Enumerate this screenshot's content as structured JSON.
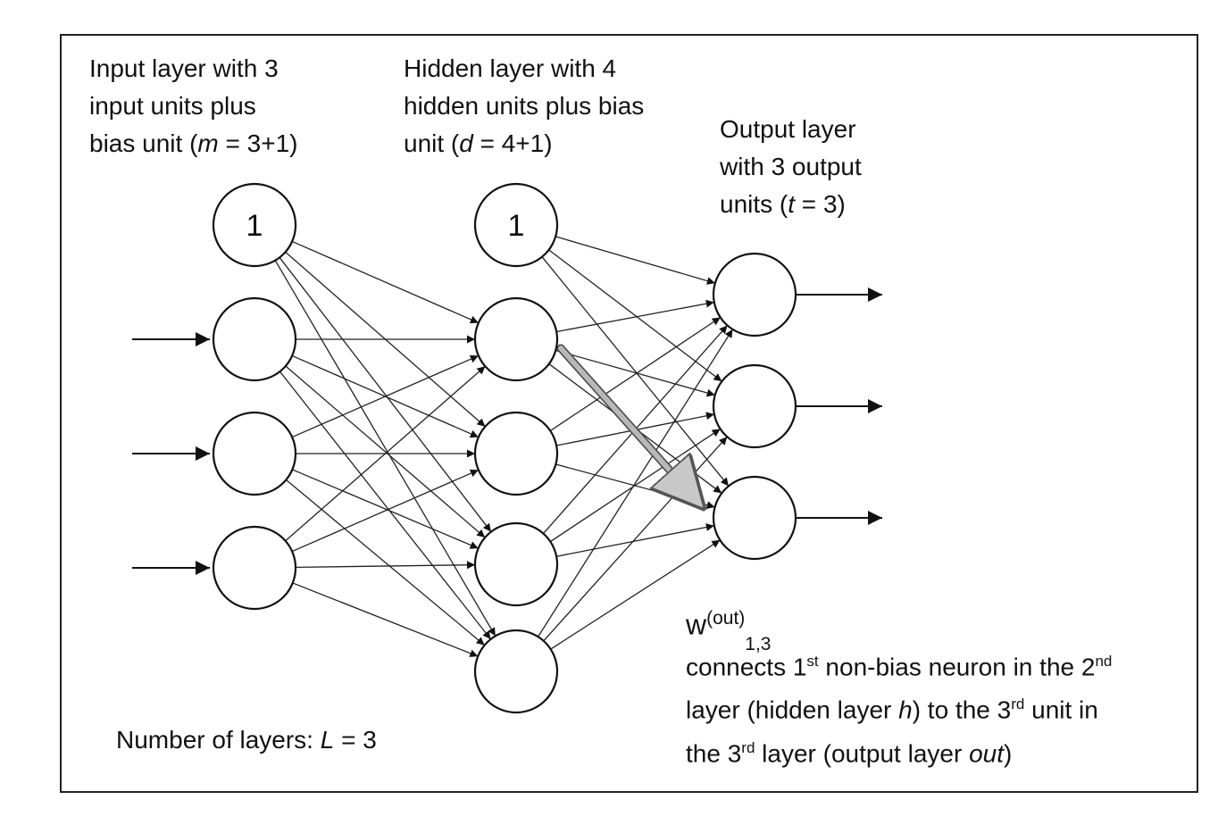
{
  "diagram": {
    "input_layer": {
      "caption_line1": "Input layer with 3",
      "caption_line2": "input units plus",
      "caption_line3_prefix": "bias unit (",
      "caption_var": "m",
      "caption_line3_suffix": " = 3+1)",
      "bias_label": "1",
      "units": 3
    },
    "hidden_layer": {
      "caption_line1": "Hidden layer with 4",
      "caption_line2": "hidden units plus bias",
      "caption_line3_prefix": "unit (",
      "caption_var": "d",
      "caption_line3_suffix": " = 4+1)",
      "bias_label": "1",
      "units": 4
    },
    "output_layer": {
      "caption_line1": "Output layer",
      "caption_line2": "with 3 output",
      "caption_line3_prefix": "units (",
      "caption_var": "t",
      "caption_line3_suffix": " = 3)",
      "units": 3
    },
    "weight_note": {
      "symbol": "w",
      "superscript": "(out)",
      "subscript": "1,3",
      "line1_a": "connects 1",
      "line1_sup1": "st",
      "line1_b": " non-bias neuron in the 2",
      "line1_sup2": "nd",
      "line2_a": "layer (hidden layer ",
      "line2_var": "h",
      "line2_b": ") to the 3",
      "line2_sup": "rd",
      "line2_c": " unit in",
      "line3_a": "the 3",
      "line3_sup": "rd",
      "line3_b": " layer (output layer ",
      "line3_var": "out",
      "line3_c": ")"
    },
    "layers_note": {
      "prefix": "Number of layers: ",
      "var": "L",
      "suffix": " = 3"
    },
    "colors": {
      "line": "#222222",
      "highlight_arrow": "#b8b8b8"
    }
  }
}
